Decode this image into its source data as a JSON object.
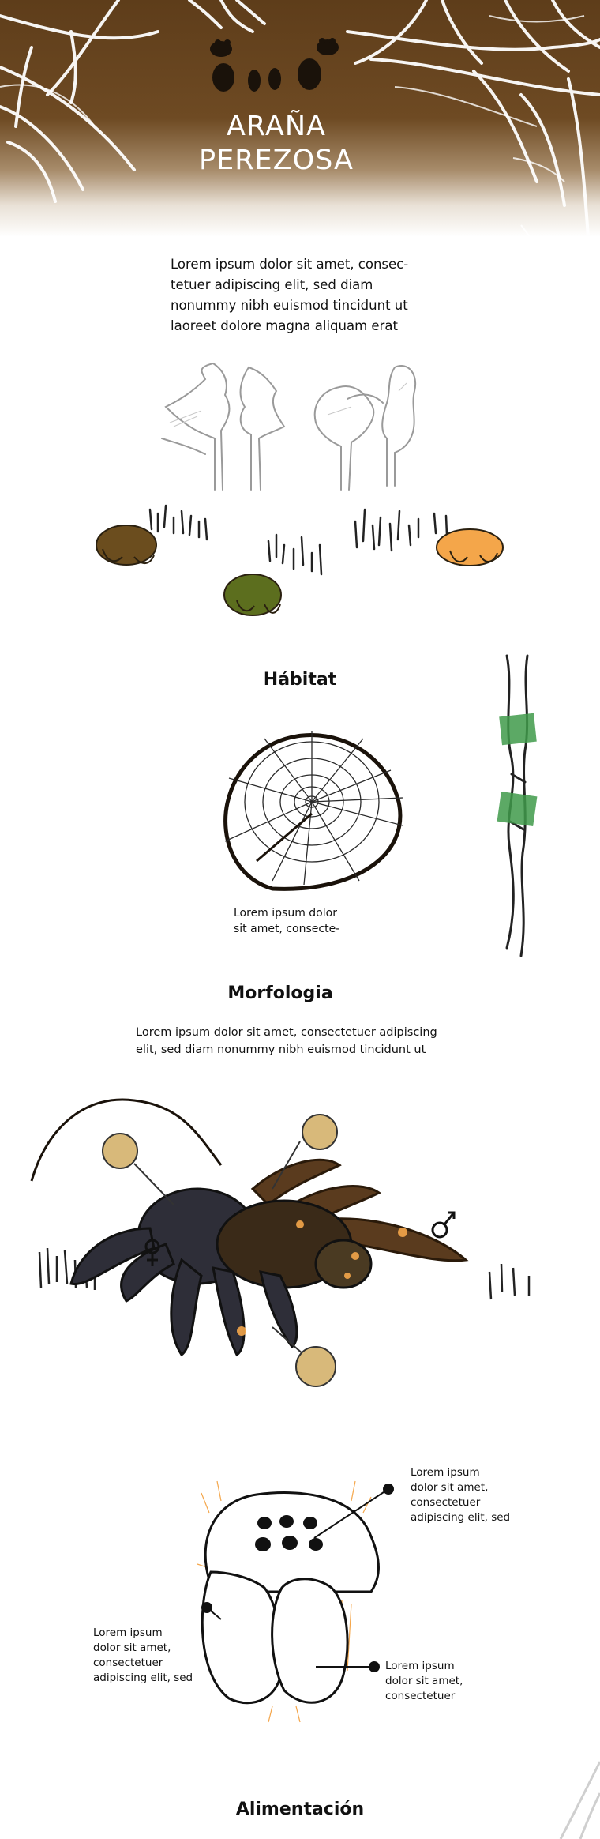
{
  "header": {
    "title_line1": "ARAÑA",
    "title_line2": "PEREZOSA",
    "background_color": "#6e4a23"
  },
  "intro": {
    "lines": [
      "Lorem ipsum dolor sit amet, consec-",
      "tetuer adipiscing elit, sed diam",
      "nonummy nibh euismod tincidunt ut",
      "laoreet dolore magna aliquam erat"
    ]
  },
  "habitat": {
    "heading": "Hábitat",
    "caption_lines": [
      "Lorem ipsum dolor",
      "sit amet, consecte-"
    ]
  },
  "morfologia": {
    "heading": "Morfologia",
    "lines": [
      "Lorem ipsum dolor sit amet, consectetuer adipiscing",
      "elit, sed diam nonummy nibh euismod tincidunt ut"
    ]
  },
  "head_diagram": {
    "label_eyes": [
      "Lorem ipsum",
      "dolor sit amet,",
      "consectetuer",
      "adipiscing elit, sed"
    ],
    "label_left": [
      "Lorem ipsum",
      "dolor sit amet,",
      "consectetuer",
      "adipiscing elit, sed"
    ],
    "label_right": [
      "Lorem ipsum",
      "dolor sit amet,",
      "consectetuer"
    ]
  },
  "alimentacion": {
    "heading": "Alimentación"
  },
  "colors": {
    "header_brown": "#6e4a23",
    "moss_green": "#5c6e1e",
    "orange": "#f4a64a",
    "tan_circle": "#d8b97a",
    "green_band": "#3f9a4a",
    "spider_body": "#2e2e38",
    "spider_legs_brown": "#5a3b1e"
  },
  "icons": [
    "spider-eyes-icon",
    "cobweb-icon",
    "female-symbol-icon",
    "male-symbol-icon"
  ]
}
